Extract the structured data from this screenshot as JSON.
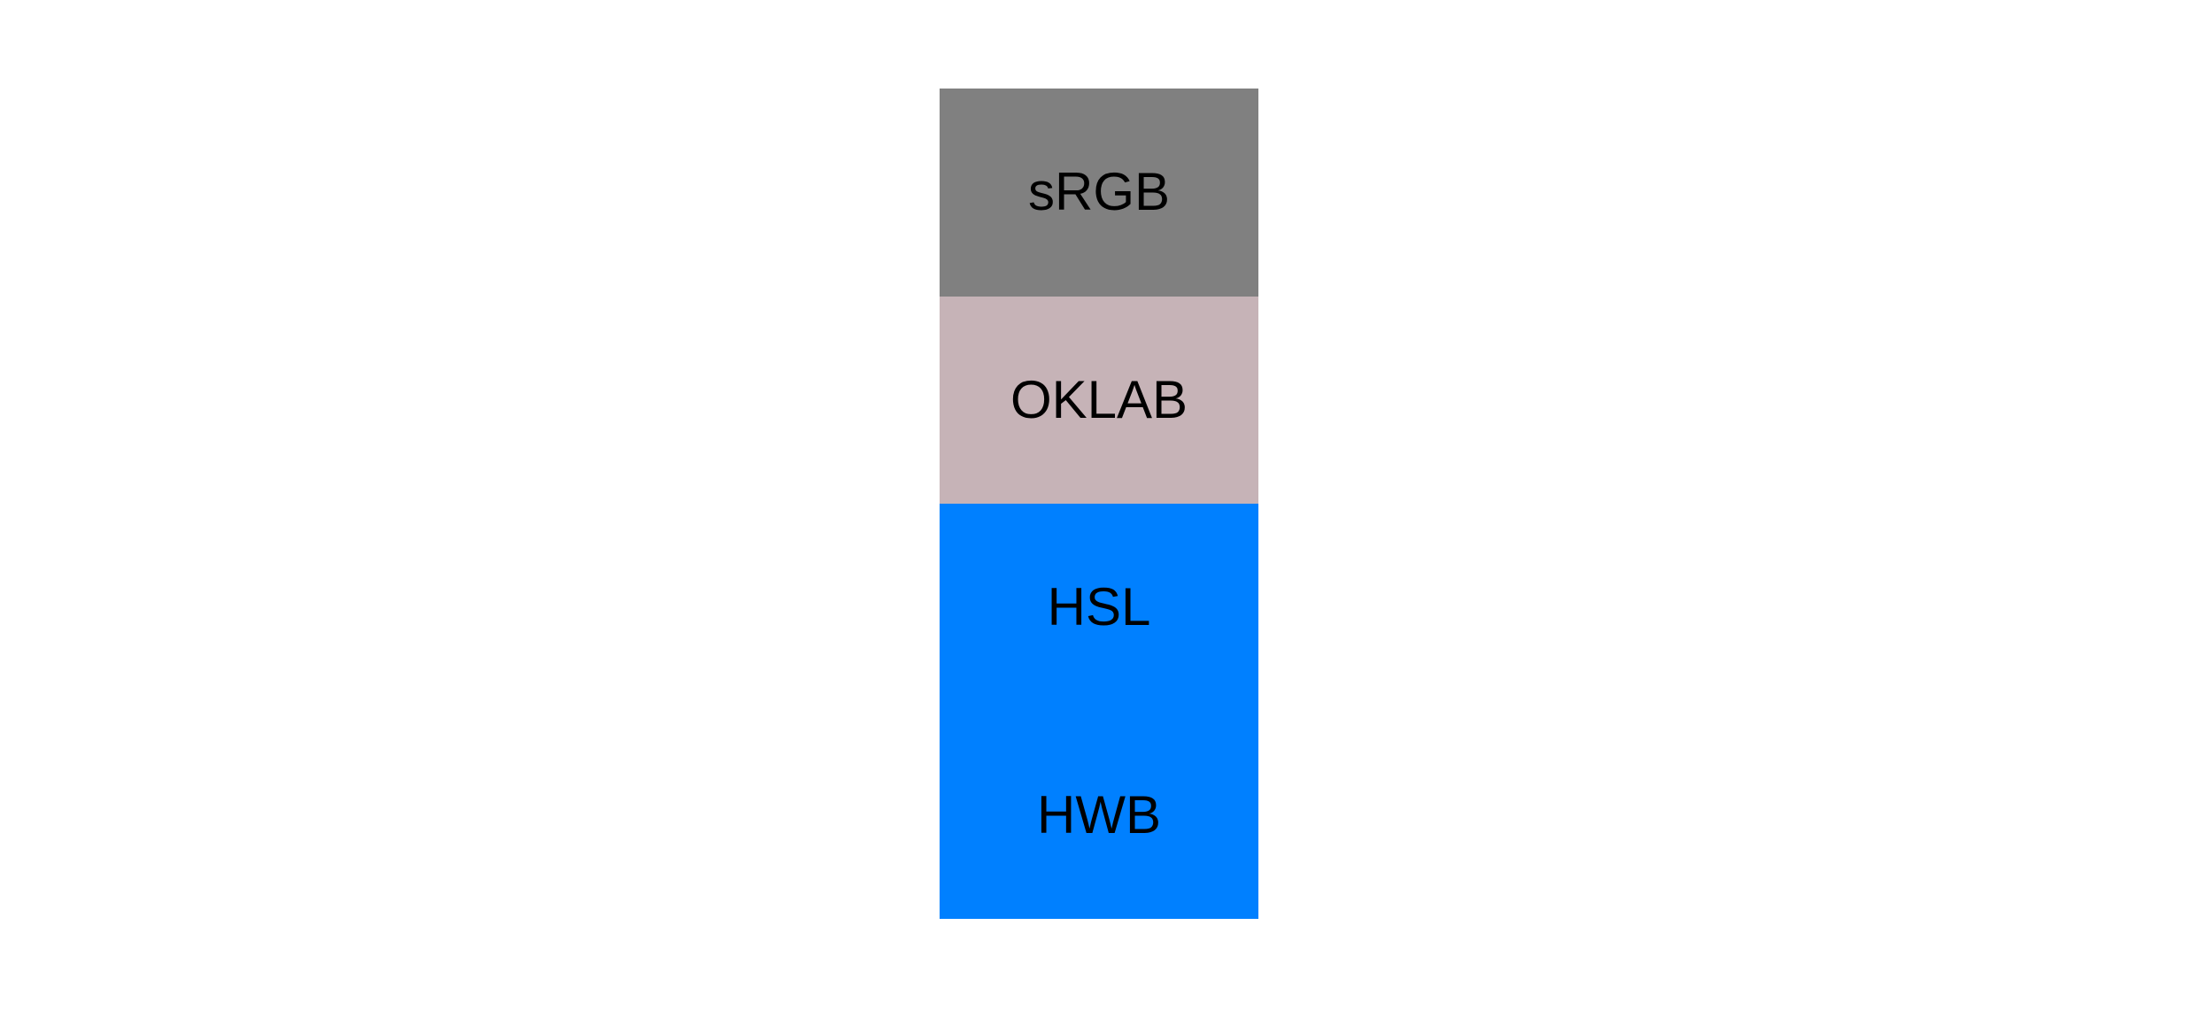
{
  "figure": {
    "background": "#ffffff",
    "text_color": "#000000",
    "blocks": [
      {
        "label": "sRGB",
        "color": "#808080"
      },
      {
        "label": "OKLAB",
        "color": "#c6b3b7"
      },
      {
        "label": "HSL",
        "color": "#0080ff"
      },
      {
        "label": "HWB",
        "color": "#0080ff"
      }
    ]
  }
}
